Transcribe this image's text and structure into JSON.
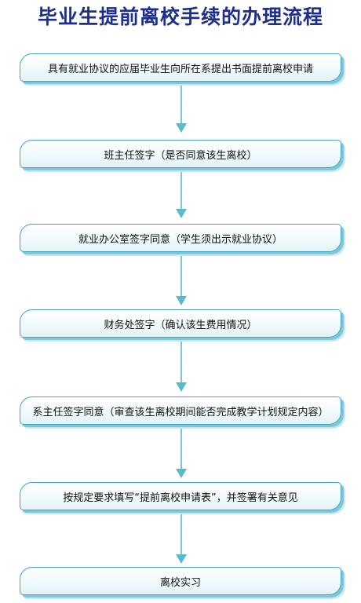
{
  "title": "毕业生提前离校手续的办理流程",
  "colors": {
    "title": "#1d2f8a",
    "box_border": "#3fa9c3",
    "arrow": "#5ab8cf"
  },
  "steps": [
    {
      "label": "具有就业协议的应届毕业生向所在系提出书面提前离校申请"
    },
    {
      "label": "班主任签字（是否同意该生离校）"
    },
    {
      "label": "就业办公室签字同意（学生须出示就业协议）"
    },
    {
      "label": "财务处签字（确认该生费用情况）"
    },
    {
      "label": "系主任签字同意（审查该生离校期间能否完成教学计划规定内容）"
    },
    {
      "label": "按规定要求填写“提前离校申请表”，并签署有关意见"
    },
    {
      "label": "离校实习"
    }
  ]
}
